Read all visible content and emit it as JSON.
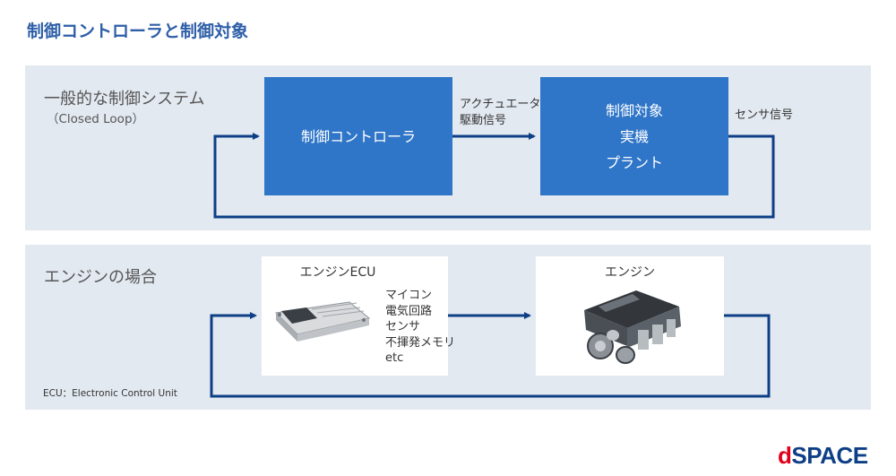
{
  "title": "制御コントローラと制御対象",
  "closed_loop": {
    "label": "一般的な制御システム",
    "sublabel": "（Closed Loop）",
    "controller_box": "制御コントローラ",
    "actuator_signal_line1": "アクチュエータ",
    "actuator_signal_line2": "駆動信号",
    "plant_box_lines": [
      "制御対象",
      "実機",
      "プラント"
    ],
    "sensor_signal": "センサ信号"
  },
  "engine_case": {
    "label": "エンジンの場合",
    "ecu_title": "エンジンECU",
    "ecu_items": [
      "マイコン",
      "電気回路",
      "センサ",
      "不揮発メモリ",
      "etc"
    ],
    "engine_title": "エンジン",
    "footnote": "ECU：Electronic Control Unit"
  },
  "logo": {
    "d": "d",
    "rest": "SPACE"
  },
  "colors": {
    "title": "#2e5fa8",
    "panel_bg": "#e3e9f1",
    "block_fill": "#2f75c8",
    "arrow": "#0e3f86",
    "logo_blue": "#0e3f86",
    "logo_red": "#e2001a"
  },
  "icons": {
    "ecu_image": "ecu-module-icon",
    "engine_image": "engine-icon"
  }
}
